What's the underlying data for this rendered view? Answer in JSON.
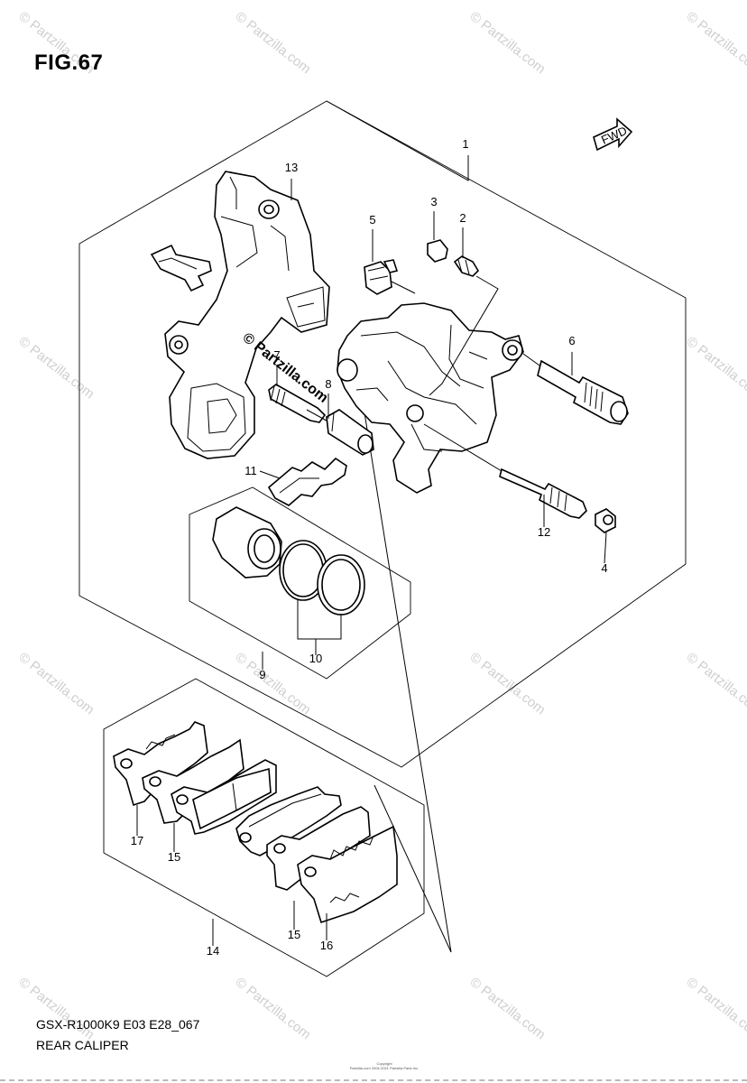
{
  "figure": {
    "title": "FIG.67"
  },
  "direction_marker": {
    "text": "FWD"
  },
  "callouts": [
    {
      "id": "c1",
      "text": "1"
    },
    {
      "id": "c2",
      "text": "2"
    },
    {
      "id": "c3",
      "text": "3"
    },
    {
      "id": "c4",
      "text": "4"
    },
    {
      "id": "c5",
      "text": "5"
    },
    {
      "id": "c6",
      "text": "6"
    },
    {
      "id": "c7",
      "text": "7"
    },
    {
      "id": "c8",
      "text": "8"
    },
    {
      "id": "c9",
      "text": "9"
    },
    {
      "id": "c10",
      "text": "10"
    },
    {
      "id": "c11",
      "text": "11"
    },
    {
      "id": "c12",
      "text": "12"
    },
    {
      "id": "c13",
      "text": "13"
    },
    {
      "id": "c14",
      "text": "14"
    },
    {
      "id": "c15a",
      "text": "15"
    },
    {
      "id": "c15b",
      "text": "15"
    },
    {
      "id": "c16",
      "text": "16"
    },
    {
      "id": "c17",
      "text": "17"
    }
  ],
  "watermark": {
    "text": "© Partzilla.com",
    "center_text": "© Partzilla.com"
  },
  "footer": {
    "code": "GSX-R1000K9 E03 E28_067",
    "name": "REAR CALIPER",
    "copyright_line1": "Copyright",
    "copyright_line2": "Partzilla.com 2004-2021 Partzilla Parts Inc."
  },
  "colors": {
    "line": "#000000",
    "watermark": "#cfcfcf",
    "background": "#ffffff"
  }
}
